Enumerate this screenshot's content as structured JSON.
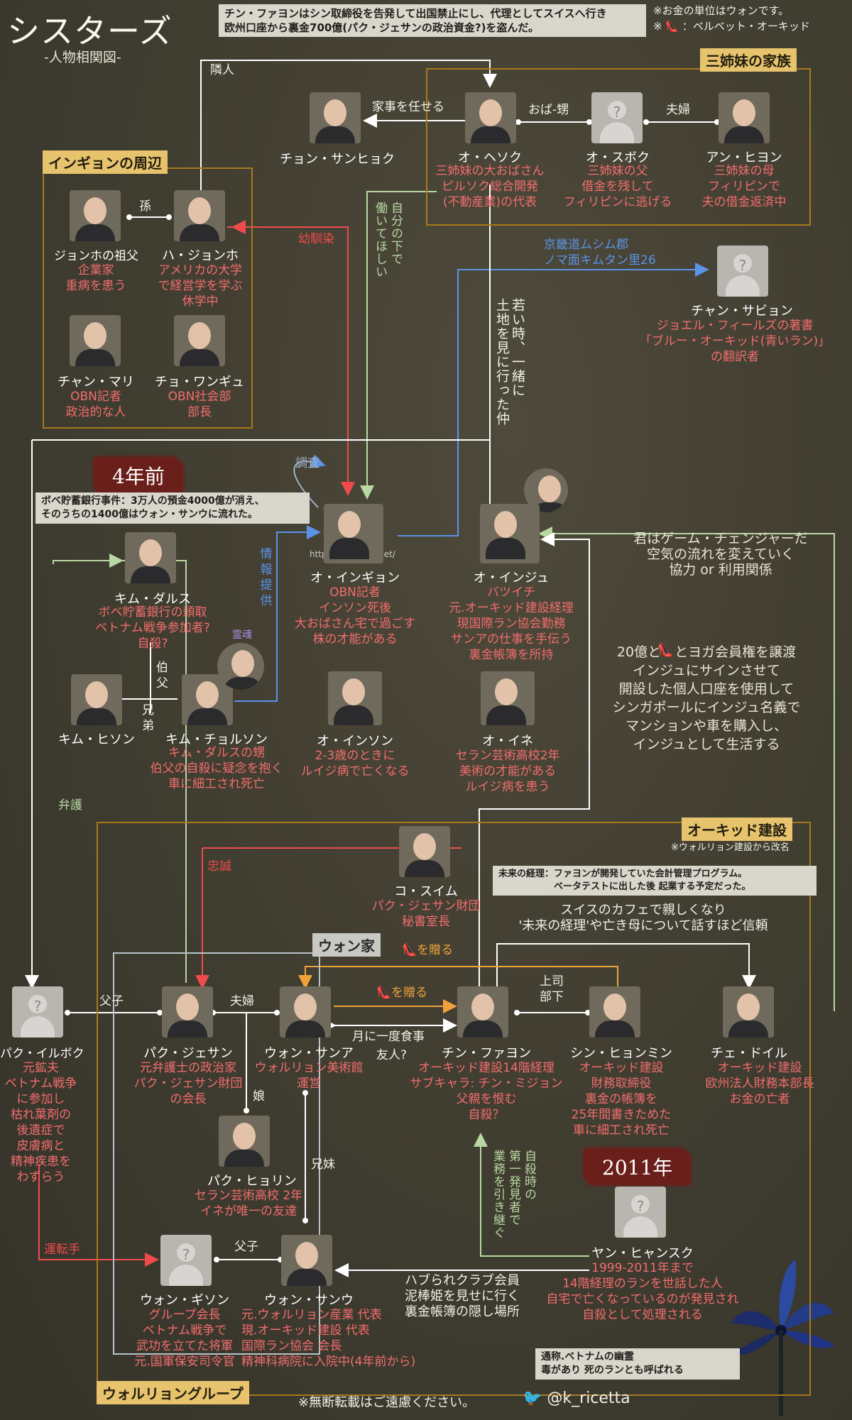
{
  "header": {
    "title": "シスターズ",
    "subtitle": "-人物相関図-",
    "top_note": "チン・ファヨンはシン取締役を告発して出国禁止にし、代理としてスイスへ行き\n欧州口座から裏金700億(パク・ジェサンの政治資金?)を盗んだ。",
    "legend_currency": "※お金の単位はウォンです。",
    "legend_shoe": "：ベルベット・オーキッド",
    "legend_shoe_mark": "※"
  },
  "regions": {
    "sisters_family": "三姉妹の家族",
    "ingyeong_circle": "インギョンの周辺",
    "orchid": "オーキッド建設",
    "orchid_note": "※ウォルリョン建設から改名",
    "won_family": "ウォン家",
    "wollyeong_group": "ウォルリョングループ"
  },
  "years": {
    "four_years_ago": "4年前",
    "year_2011": "2011年"
  },
  "notes": {
    "bank_incident": "ボベ貯蓄銀行事件：3万人の預金4000億が消え、\nそのうちの1400億はウォン・サンウに流れた。",
    "future_manager": "未来の経理：ファヨンが開発していた会計管理プログラム。\n　　　　　　ベータテストに出した後 起業する予定だった。",
    "phantom": "通称.ベトナムの幽霊\n毒があり 死のランとも呼ばれる",
    "watermark": "https://k-ricetta.net/",
    "footer": "※無断転載はご遠慮ください。",
    "handle": "@k_ricetta"
  },
  "people": {
    "ohyesok": {
      "name": "オ・ヘソク",
      "desc": "三姉妹の大おばさん\nピルソク総合開発\n(不動産業)の代表"
    },
    "ohsubok": {
      "name": "オ・スボク",
      "desc": "三姉妹の父\n借金を残して\nフィリピンに逃げる"
    },
    "anhiyon": {
      "name": "アン・ヒヨン",
      "desc": "三姉妹の母\nフィリピンで\n夫の借金返済中"
    },
    "chonsanhyok": {
      "name": "チョン・サンヒョク",
      "desc": ""
    },
    "grandfather": {
      "name": "ジョンホの祖父",
      "desc": "企業家\n重病を患う"
    },
    "hajongho": {
      "name": "ハ・ジョンホ",
      "desc": "アメリカの大学\nで経営学を学ぶ\n休学中"
    },
    "changmari": {
      "name": "チャン・マリ",
      "desc": "OBN記者\n政治的な人"
    },
    "chowongyu": {
      "name": "チョ・ワンギュ",
      "desc": "OBN社会部\n部長"
    },
    "chansabiyon": {
      "name": "チャン・サビョン",
      "desc": "ジョエル・フィールズの著書\n「ブルー・オーキッド(青いラン)」\nの翻訳者"
    },
    "kimdalsu": {
      "name": "キム・ダルス",
      "desc": "ボベ貯蓄銀行の頭取\nベトナム戦争参加者?\n自殺?"
    },
    "kimhiyon": {
      "name": "キム・ヒソン",
      "desc": ""
    },
    "kimchorusun": {
      "name": "キム・チョルソン",
      "desc": "キム・ダルスの甥\n伯父の自殺に疑念を抱く\n車に細工され死亡"
    },
    "oingyeong": {
      "name": "オ・インギョン",
      "desc": "OBN記者\nインソン死後\n大おばさん宅で過ごす\n株の才能がある"
    },
    "oinjun": {
      "name": "オ・インジュ",
      "desc": "バツイチ\n元.オーキッド建設経理\n現国際ラン協会勤務\nサンアの仕事を手伝う\n裏金帳簿を所持"
    },
    "oinson": {
      "name": "オ・インソン",
      "desc": "2-3歳のときに\nルイジ病で亡くなる"
    },
    "oine": {
      "name": "オ・イネ",
      "desc": "セラン芸術高校2年\n美術の才能がある\nルイジ病を患う"
    },
    "kosuim": {
      "name": "コ・スイム",
      "desc": "パク・ジェサン財団\n秘書室長"
    },
    "parkilbok": {
      "name": "パク・イルボク",
      "desc": "元鉱夫\nベトナム戦争\nに参加し\n枯れ葉剤の\n後遺症で\n皮膚病と\n精神疾患を\nわずらう"
    },
    "parkjesan": {
      "name": "パク・ジェサン",
      "desc": "元弁護士の政治家\nパク・ジェサン財団\nの会長"
    },
    "wonsana": {
      "name": "ウォン・サンア",
      "desc": "ウォルリョン美術館\n運営"
    },
    "chinfayon": {
      "name": "チン・ファヨン",
      "desc": "オーキッド建設14階経理\nサブキャラ: チン・ミジョン\n父親を恨む\n自殺？"
    },
    "shinhyonmin": {
      "name": "シン・ヒョンミン",
      "desc": "オーキッド建設\n財務取締役\n裏金の帳簿を\n25年間書きためた\n車に細工され死亡"
    },
    "chedoil": {
      "name": "チェ・ドイル",
      "desc": "オーキッド建設\n欧州法人財務本部長\nお金の亡者"
    },
    "parkhyorin": {
      "name": "パク・ヒョリン",
      "desc": "セラン芸術高校 2年\nイネが唯一の友達"
    },
    "yanhyansuk": {
      "name": "ヤン・ヒャンスク",
      "desc": "1999-2011年まで\n14階経理のランを世話した人\n自宅で亡くなっているのが発見され\n自殺として処理される"
    },
    "wongison": {
      "name": "ウォン・ギソン",
      "desc": "グループ会長\nベトナム戦争で\n武功を立てた将軍\n元.国軍保安司令官"
    },
    "wonsanwoo": {
      "name": "ウォン・サンウ",
      "desc": "元.ウォルリョン産業 代表\n現.オーキッド建設 代表\n国際ラン協会 会長\n精神科病院に入院中(4年前から)"
    }
  },
  "relations": {
    "neighbor": "隣人",
    "housework": "家事を任せる",
    "aunt_nephew": "おば-甥",
    "couple1": "夫婦",
    "grandson": "孫",
    "childhood_friend": "幼馴染",
    "work_for_me": "自分の下で\n働いてほしい",
    "address": "京畿道ムシム郡\nノマ面キムタン里26",
    "land_trip": "若い時、一緒に\n土地を見に行った仲",
    "investigate": "調査",
    "info_provide": "情報\n提供",
    "ghost": "霊魂",
    "uncle": "伯\n父",
    "brothers": "兄\n弟",
    "game_changer": "君はゲーム・チェンジャーだ\n空気の流れを変えていく\n協力 or 利用関係",
    "transfer": "20億と　とヨガ会員権を譲渡\nインジュにサインさせて\n開設した個人口座を使用して\nシンガポールにインジュ名義で\nマンションや車を購入し、\nインジュとして生活する",
    "defend": "弁護",
    "loyalty": "忠誠",
    "swiss_cafe": "スイスのカフェで親しくなり\n'未来の経理'や亡き母について話すほど信頼",
    "gift1": "を贈る",
    "gift2": "を贈る",
    "father_son1": "父子",
    "couple2": "夫婦",
    "monthly_meal": "月に一度食事",
    "friends": "友人?",
    "boss": "上司\n部下",
    "daughter": "娘",
    "siblings": "兄妹",
    "discoverer": "自殺時の\n第一発見者で\n業務を引き継ぐ",
    "driver": "運転手",
    "father_son2": "父子",
    "outcast_club": "ハブられクラブ会員\n泥棒姫を見せに行く\n裏金帳簿の隠し場所"
  },
  "colors": {
    "background": "#403d31",
    "red": "#ef4b4b",
    "blue": "#5c93e8",
    "green": "#b9d8a3",
    "white": "#ffffff",
    "gold": "#a67a1c",
    "gold_label": "#e6c36c"
  }
}
